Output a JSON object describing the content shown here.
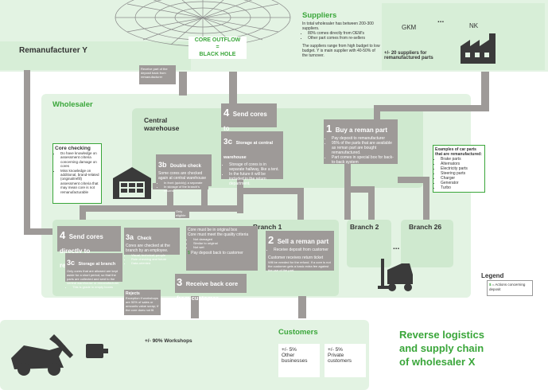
{
  "core_outflow": {
    "line1": "CORE OUTFLOW",
    "eq": "=",
    "line2": "BLACK HOLE"
  },
  "suppliers": {
    "title": "Suppliers",
    "line1": "In total wholesaler has between 200-300 suppliers.",
    "bullets": [
      "80% comes directly from OEM's",
      "Other part comes from re-sellers"
    ],
    "line2": "The suppliers range from high budget to low budget. Y is main supplier with 40-50% of the turnover.",
    "gkm": "GKM",
    "dots": "...",
    "nk": "NK",
    "remanu_count": "+/- 20 suppliers for remanufactured parts"
  },
  "remanufacturer_y": "Remanufacturer Y",
  "receive_part_deposit": "Receive part of the deposit back from remanufacturer",
  "wholesaler": "Wholesaler",
  "central_warehouse": "Central warehouse",
  "core_checking": {
    "title": "Core checking",
    "bullets": [
      "Do have knowledge on assessment criteria concerning damage on cores",
      "Miss knowledge on additional, brand-related (original/refill) assessment criteria that may mean core is not remanufacturable"
    ]
  },
  "step4_send_reman": {
    "num": "4",
    "text": "Send cores to remanufacturers"
  },
  "step3c_storage_central": {
    "num": "3c",
    "text": "Storage at central warehouse",
    "bullets": [
      "Storage of cores is in separate hallway, like a tent.",
      "In the future it will be included in the return department."
    ]
  },
  "step1_buy": {
    "num": "1",
    "text": "Buy a reman part",
    "bullets": [
      "Pay deposit to remanufacturer",
      "95% of the parts that are available as reman part are bought remanufactured.",
      "Part comes in special box for back-to-back system"
    ]
  },
  "car_parts": {
    "title": "Examples of car parts that are remanufactured:",
    "items": [
      "Brake parts",
      "Alternators",
      "Electricity parts",
      "Steering parts",
      "Charger",
      "Generator",
      "Turbo"
    ]
  },
  "step3b_double": {
    "num": "3b",
    "text": "Double check",
    "desc": "Some cores are checked again at central warehouse",
    "bullets": [
      "In front (quickly) a separate",
      "In storage of the branch's returns"
    ]
  },
  "only_eligible": "Only eligible",
  "branch1": "Branch 1",
  "branch2": "Branch 2",
  "branch26": "Branch 26",
  "branch_dots": "...",
  "step4_send_y": {
    "num": "4",
    "text": "Send cores directly to remanufacturer Y"
  },
  "step3a_check": {
    "num": "3a",
    "text": "Check",
    "desc": "Cores are checked at the branch by an employee.",
    "bullets": [
      "Visual, technical, people",
      "Rule checking and future",
      "Data-oriented"
    ]
  },
  "step3c_storage_branch": {
    "num": "3c",
    "text": "Storage at branch",
    "desc": "Only cores that are allowed are kept aside for a short period, so that the parts are collected and sent to the central warehouse or remanufacturer.",
    "bullets": [
      "This is grade in empty boxes"
    ]
  },
  "core_box": {
    "line1": "Core must be in original box",
    "line2": "Core must meet the quality criteria",
    "bullets": [
      "Not damaged",
      "Similar to original",
      "Not wet"
    ],
    "pay": "Pay deposit back to customer"
  },
  "step2_sell": {
    "num": "2",
    "text": "Sell a reman part",
    "bullets": [
      "Receive deposit from customer"
    ],
    "line": "Customer receives return ticket",
    "sub": "Will be needed for the refund. If a core is not the customer gets a basic extra fee against the use of the part."
  },
  "step3_receive": {
    "num": "3",
    "text": "Receive back core from customer"
  },
  "rejects": {
    "title": "Rejects",
    "desc": "Exception if workshops are 50% of sales or amounts value scrap; If the core does not fit"
  },
  "legend": {
    "title": "Legend",
    "item": "= Actions concerning deposit"
  },
  "customers": {
    "title": "Customers",
    "workshops": "+/- 90% Workshops",
    "other_pct": "+/- 5%",
    "other_label": "Other businesses",
    "private_pct": "+/- 5%",
    "private_label": "Private customers"
  },
  "main_title": {
    "line1": "Reverse logistics",
    "line2": "and supply chain",
    "line3": "of wholesaler X"
  },
  "colors": {
    "accent": "#3aa63a",
    "box": "#9e9a98",
    "pale": "#e3f3e3",
    "mid": "#cfe9cf"
  }
}
